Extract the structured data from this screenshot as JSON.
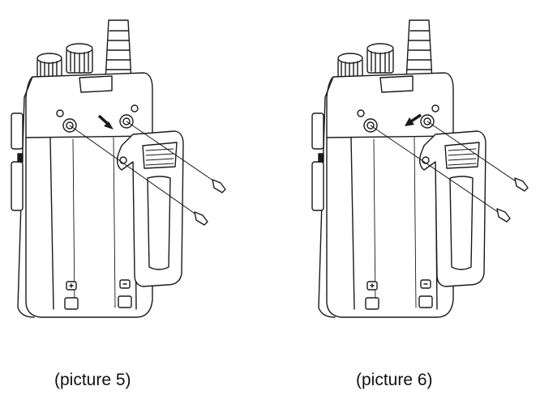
{
  "figures": [
    {
      "caption": "(picture 5)",
      "arrow_direction": "toward-clip"
    },
    {
      "caption": "(picture 6)",
      "arrow_direction": "toward-radio"
    }
  ],
  "colors": {
    "line": "#1a1a1a",
    "background": "#ffffff"
  }
}
